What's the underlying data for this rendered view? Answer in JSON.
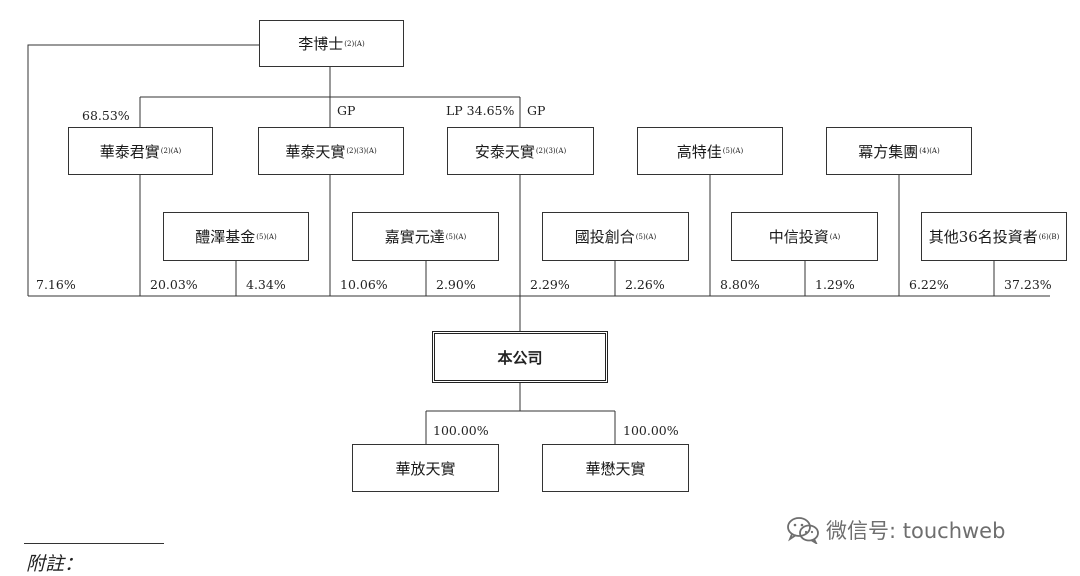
{
  "person": {
    "name": "李博士",
    "note": "(2)(A)"
  },
  "entities": {
    "huatai_junshi": {
      "name": "華泰君實",
      "note": "(2)(A)"
    },
    "huatai_tianshi": {
      "name": "華泰天實",
      "note": "(2)(3)(A)"
    },
    "antai_tianshi": {
      "name": "安泰天實",
      "note": "(2)(3)(A)"
    },
    "gaotejia": {
      "name": "高特佳",
      "note": "(5)(A)"
    },
    "mifang": {
      "name": "冪方集團",
      "note": "(4)(A)"
    },
    "lize": {
      "name": "醴澤基金",
      "note": "(5)(A)"
    },
    "jiashi": {
      "name": "嘉實元達",
      "note": "(5)(A)"
    },
    "guotou": {
      "name": "國投創合",
      "note": "(5)(A)"
    },
    "zhongxin": {
      "name": "中信投資",
      "note": "(A)"
    },
    "others": {
      "name": "其他36名投資者",
      "note": "(6)(B)"
    }
  },
  "company": "本公司",
  "subsidiaries": {
    "sub1": "華放天實",
    "sub2": "華懋天實"
  },
  "labels": {
    "p_6853": "68.53%",
    "gp1": "GP",
    "lp": "LP 34.65%",
    "gp2": "GP",
    "p_716": "7.16%",
    "p_2003": "20.03%",
    "p_434": "4.34%",
    "p_1006": "10.06%",
    "p_290": "2.90%",
    "p_229": "2.29%",
    "p_226": "2.26%",
    "p_880": "8.80%",
    "p_129": "1.29%",
    "p_622": "6.22%",
    "p_3723": "37.23%",
    "p_sub1": "100.00%",
    "p_sub2": "100.00%"
  },
  "footnote": "附註：",
  "watermark": "微信号: touchweb"
}
